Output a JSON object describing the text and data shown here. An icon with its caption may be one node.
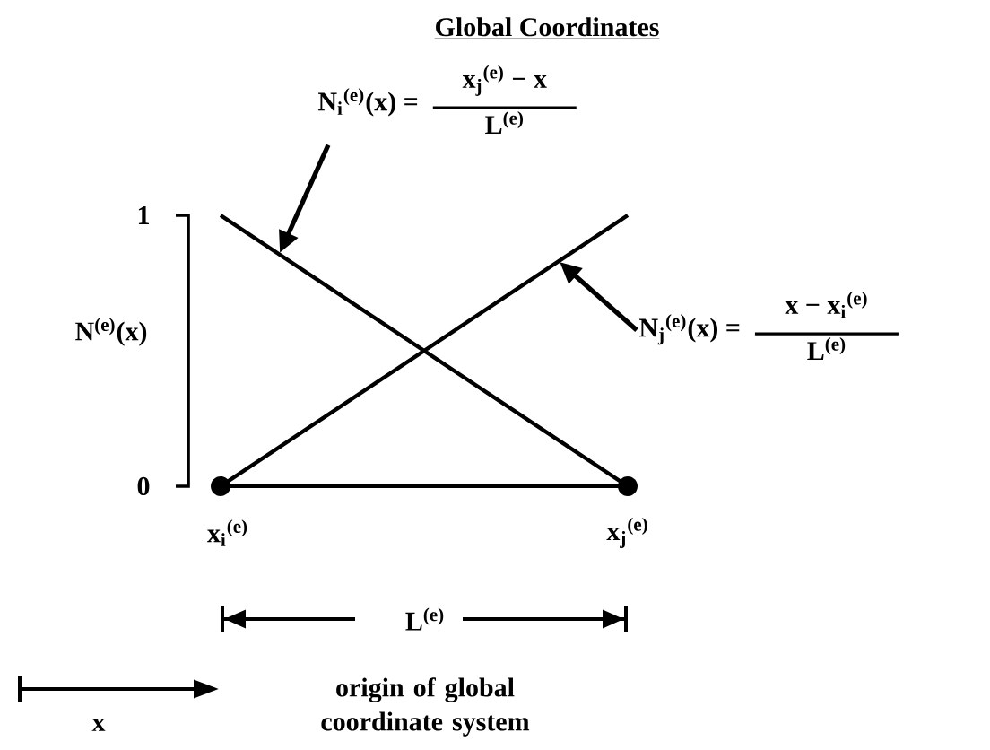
{
  "diagram": {
    "title": "Global Coordinates",
    "nodes": [
      {
        "text": [
          "N$_{i}$$^{(e)}$(x) =",
          "x$_{j}$$^{(e)}$ − x",
          "L$^{(e)}$"
        ]
      },
      {
        "text": [
          "N$_{j}$$^{(e)}$(x) =",
          "x − x$_{i}$$^{(e)}$",
          "L$^{(e)}$"
        ]
      }
    ],
    "edges": [
      {
        "from": 0,
        "to": null,
        "arrow": "to"
      },
      {
        "from": 1,
        "to": null,
        "arrow": "to"
      }
    ],
    "labels": [
      "1",
      "N$^{(e)}$(x)",
      "0",
      "x$_{i}$$^{(e)}$",
      "x$_{j}$$^{(e)}$",
      "L$^{(e)}$",
      "x",
      "origin of global coordinate system"
    ]
  }
}
